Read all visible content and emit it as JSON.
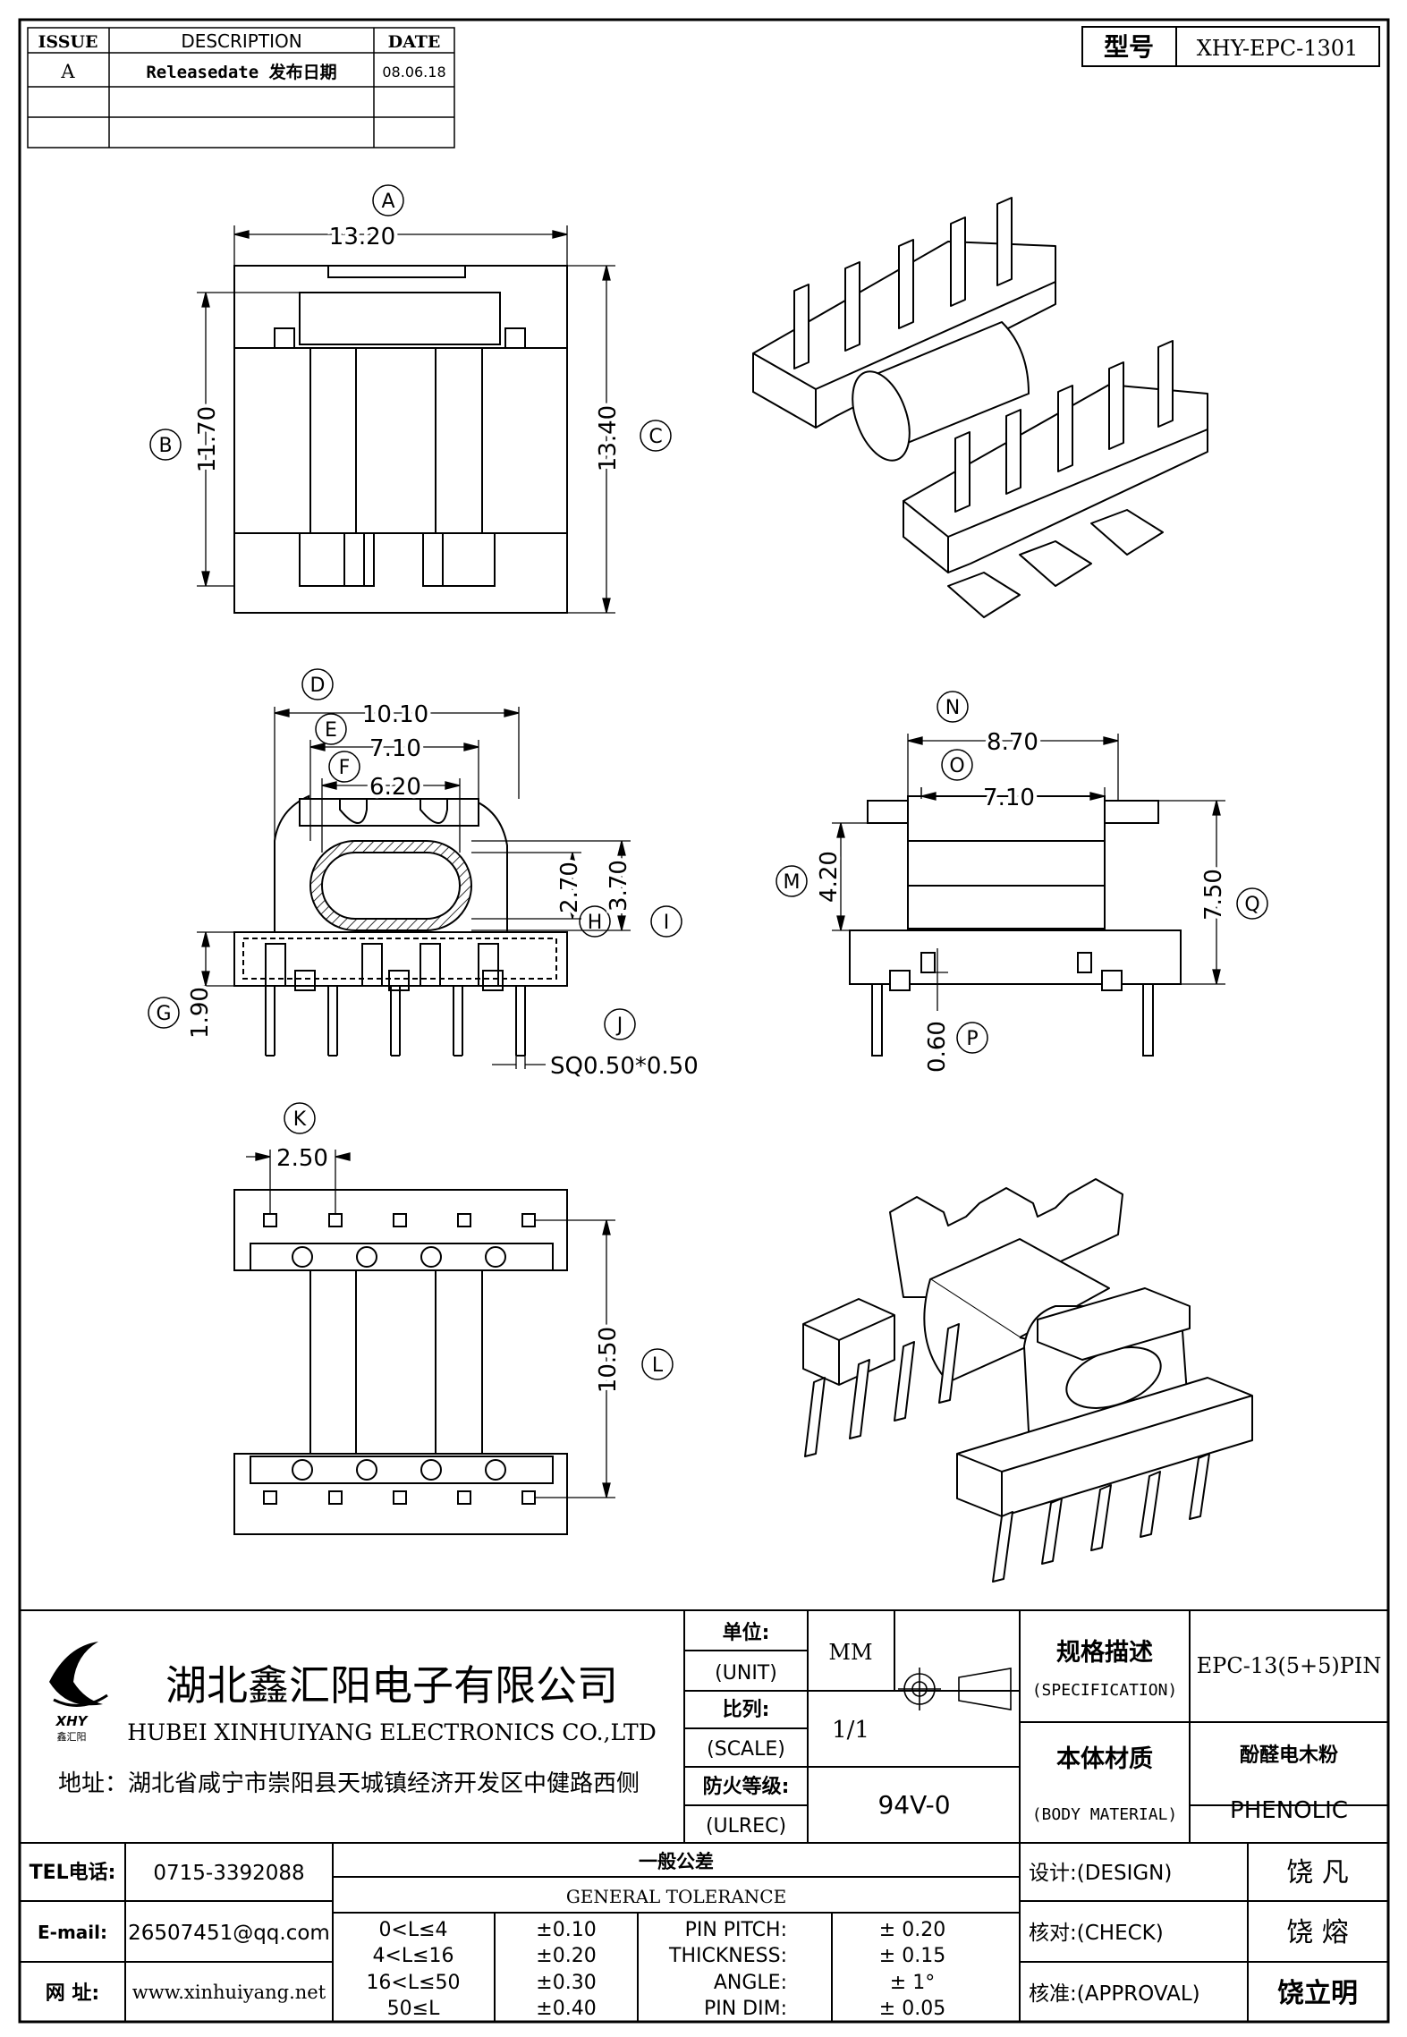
{
  "revision_table": {
    "headers": {
      "issue": "ISSUE",
      "description": "DESCRIPTION",
      "date": "DATE"
    },
    "rows": [
      {
        "issue": "A",
        "description": "Releasedate 发布日期",
        "date": "08.06.18"
      },
      {
        "issue": "",
        "description": "",
        "date": ""
      },
      {
        "issue": "",
        "description": "",
        "date": ""
      }
    ]
  },
  "model_box": {
    "label": "型号",
    "value": "XHY-EPC-1301"
  },
  "dimensions": {
    "A": {
      "letter": "A",
      "value": "13.20"
    },
    "B": {
      "letter": "B",
      "value": "11.70"
    },
    "C": {
      "letter": "C",
      "value": "13.40"
    },
    "D": {
      "letter": "D",
      "value": "10.10"
    },
    "E": {
      "letter": "E",
      "value": "7.10"
    },
    "F": {
      "letter": "F",
      "value": "6.20"
    },
    "G": {
      "letter": "G",
      "value": "1.90"
    },
    "H": {
      "letter": "H",
      "value": "2.70"
    },
    "I": {
      "letter": "I",
      "value": "3.70"
    },
    "J": {
      "letter": "J",
      "value": "SQ0.50*0.50"
    },
    "K": {
      "letter": "K",
      "value": "2.50"
    },
    "L": {
      "letter": "L",
      "value": "10.50"
    },
    "M": {
      "letter": "M",
      "value": "4.20"
    },
    "N": {
      "letter": "N",
      "value": "8.70"
    },
    "O": {
      "letter": "O",
      "value": "7.10"
    },
    "P": {
      "letter": "P",
      "value": "0.60"
    },
    "Q": {
      "letter": "Q",
      "value": "7.50"
    }
  },
  "company": {
    "name_cn": "湖北鑫汇阳电子有限公司",
    "name_en": "HUBEI XINHUIYANG ELECTRONICS CO.,LTD",
    "logo_text": "XHY",
    "logo_sub": "鑫汇阳",
    "address": "地址：湖北省咸宁市崇阳县天城镇经济开发区中健路西侧"
  },
  "spec": {
    "unit_cn": "单位:",
    "unit_en": "(UNIT)",
    "unit_value": "MM",
    "scale_cn": "比列:",
    "scale_en": "(SCALE)",
    "scale_value": "1/1",
    "ulrec_cn": "防火等级:",
    "ulrec_en": "(ULREC)",
    "ulrec_value": "94V-0",
    "spec_cn": "规格描述",
    "spec_en": "(SPECIFICATION)",
    "spec_value": "EPC-13(5+5)PIN",
    "material_cn": "本体材质",
    "material_en": "(BODY MATERIAL)",
    "material_value_cn": "酚醛电木粉",
    "material_value_en": "PHENOLIC"
  },
  "contact": {
    "tel_label": "TEL电话:",
    "tel": "0715-3392088",
    "email_label": "E-mail:",
    "email": "26507451@qq.com",
    "web_label": "网 址:",
    "web": "www.xinhuiyang.net"
  },
  "tolerance": {
    "title_cn": "一般公差",
    "title_en": "GENERAL TOLERANCE",
    "rows": [
      {
        "range": "0<L≤4",
        "tol": "±0.10",
        "item": "PIN PITCH:",
        "val": "± 0.20"
      },
      {
        "range": "4<L≤16",
        "tol": "±0.20",
        "item": "THICKNESS:",
        "val": "± 0.15"
      },
      {
        "range": "16<L≤50",
        "tol": "±0.30",
        "item": "ANGLE:",
        "val": "± 1°"
      },
      {
        "range": "50≤L",
        "tol": "±0.40",
        "item": "PIN DIM:",
        "val": "± 0.05"
      }
    ]
  },
  "approval": {
    "design_label": "设计:(DESIGN)",
    "design_name": "饶  凡",
    "check_label": "核对:(CHECK)",
    "check_name": "饶  熔",
    "approval_label": "核准:(APPROVAL)",
    "approval_name": "饶立明"
  }
}
